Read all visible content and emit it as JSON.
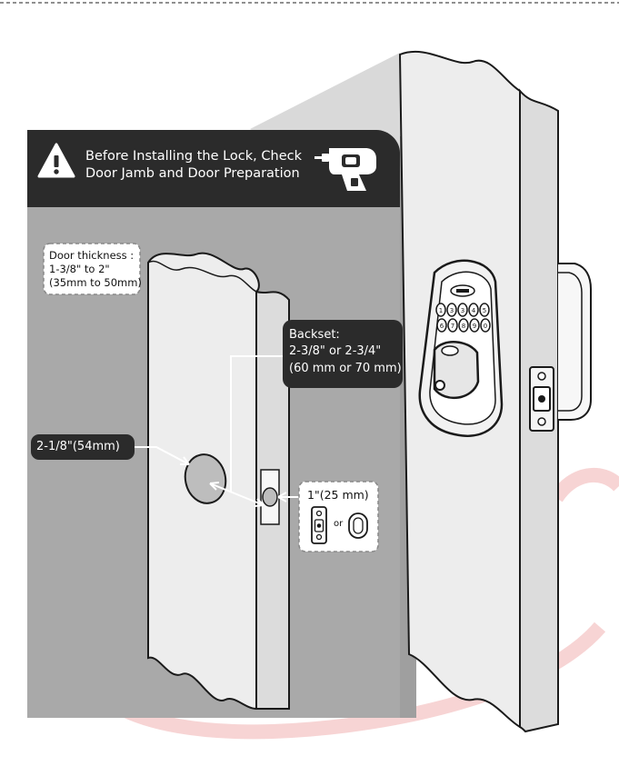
{
  "banner": {
    "line1": "Before Installing the Lock, Check",
    "line2": "Door Jamb and Door Preparation",
    "warning_icon": "warning-triangle-icon",
    "tool_icon": "power-drill-icon"
  },
  "door_thickness": {
    "line1": "Door thickness :",
    "line2": "1-3/8\" to 2\"",
    "line3": "(35mm to 50mm)"
  },
  "backset": {
    "line1": "Backset:",
    "line2": "2-3/8\" or 2-3/4\"",
    "line3": "(60 mm or 70 mm)"
  },
  "bore_hole": {
    "label": "2-1/8\"(54mm)"
  },
  "latch_hole": {
    "label": "1\"(25 mm)",
    "or_text": "or",
    "square_plate_icon": "square-latch-plate-icon",
    "round_plate_icon": "round-latch-plate-icon"
  },
  "colors": {
    "dark_panel": "#2b2b2b",
    "shadow_gray": "#a7a7a7",
    "door_face": "#ededed",
    "door_edge": "#dadada",
    "outline": "#1a1a1a",
    "watermark": "#f6c9c9"
  }
}
